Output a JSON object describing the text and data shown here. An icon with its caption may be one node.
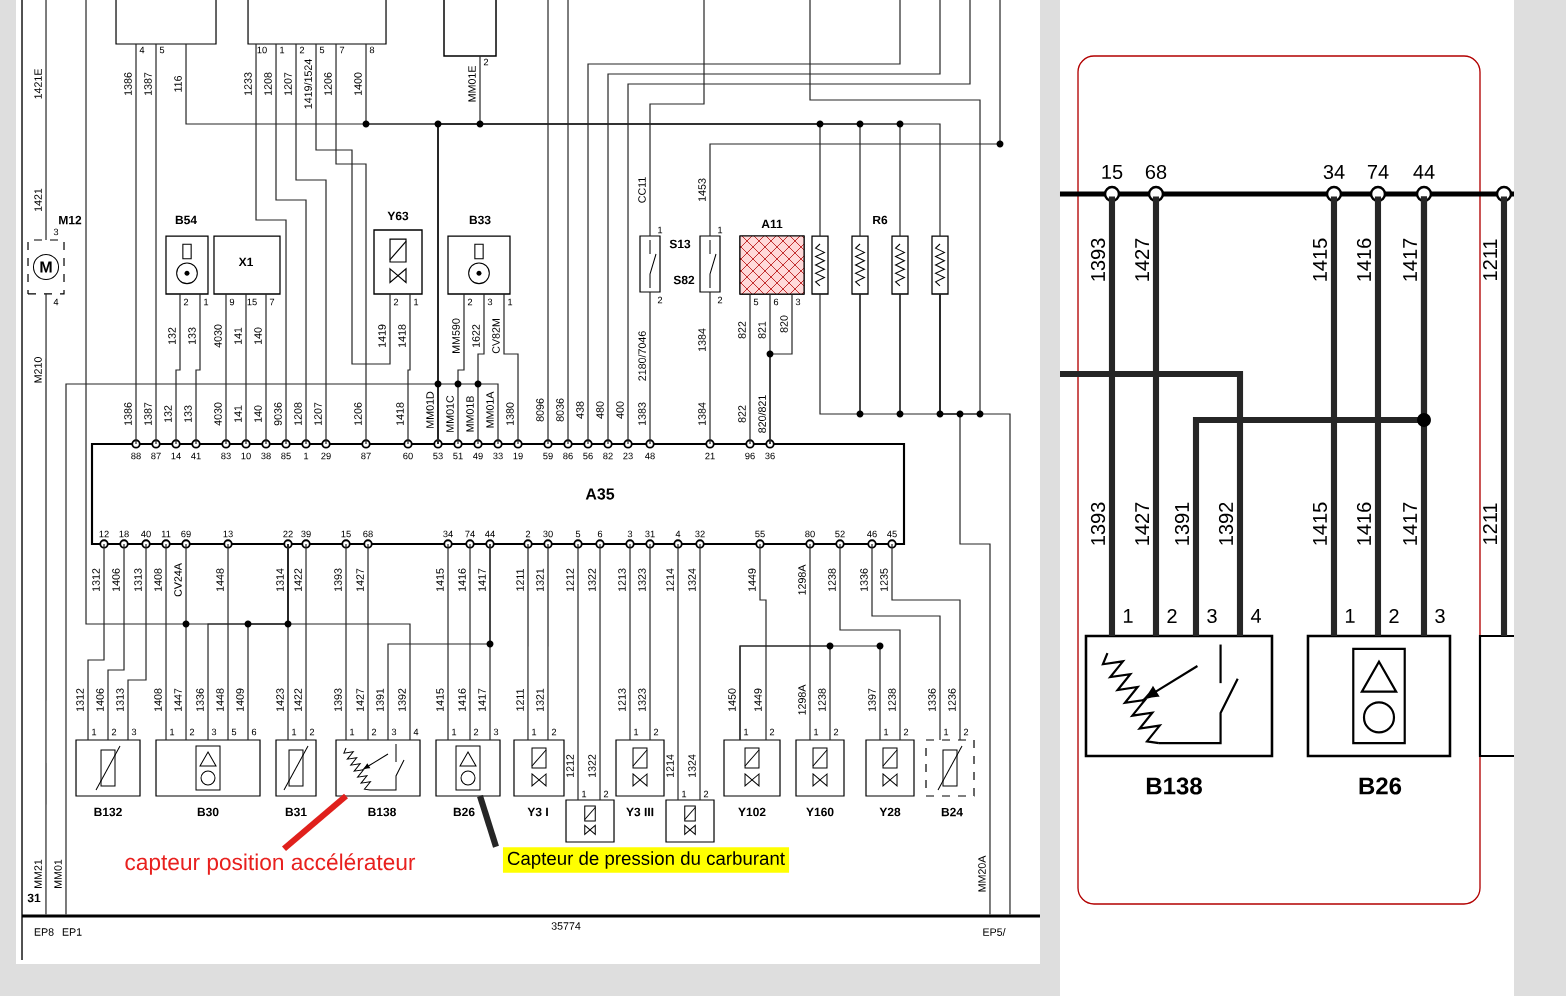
{
  "diagram": {
    "nodes": [
      {
        "text": [
          "A35"
        ]
      },
      {
        "text": [
          "M12"
        ]
      },
      {
        "text": [
          "B54"
        ]
      },
      {
        "text": [
          "X1"
        ]
      },
      {
        "text": [
          "Y63"
        ]
      },
      {
        "text": [
          "B33"
        ]
      },
      {
        "text": [
          "S13"
        ]
      },
      {
        "text": [
          "S82"
        ]
      },
      {
        "text": [
          "A11"
        ]
      },
      {
        "text": [],
        "shape": "box"
      },
      {
        "text": [
          "R6"
        ]
      },
      {
        "text": [],
        "shape": "box"
      },
      {
        "text": [],
        "shape": "box"
      },
      {
        "text": [],
        "shape": "box"
      },
      {
        "text": [],
        "shape": "box"
      },
      {
        "text": [],
        "shape": "box"
      },
      {
        "text": [
          "B132"
        ]
      },
      {
        "text": [
          "B30"
        ]
      },
      {
        "text": [
          "B31"
        ]
      },
      {
        "text": [
          "B138"
        ]
      },
      {
        "text": [
          "B26"
        ]
      },
      {
        "text": [
          "Y3 I"
        ]
      },
      {
        "text": [],
        "shape": "box"
      },
      {
        "text": [
          "Y3 III"
        ]
      },
      {
        "text": [],
        "shape": "box"
      },
      {
        "text": [
          "Y102"
        ]
      },
      {
        "text": [
          "Y160"
        ]
      },
      {
        "text": [
          "Y28"
        ]
      },
      {
        "text": [
          "B24"
        ]
      },
      {
        "text": [
          "capteur position accélérateur"
        ]
      },
      {
        "text": [
          "Capteur de pression du carburant"
        ]
      },
      {
        "text": [
          "B138"
        ]
      },
      {
        "text": [
          "B26"
        ]
      },
      {
        "text": [],
        "shape": "box"
      },
      {
        "text": [],
        "shape": "bar"
      },
      {
        "text": [
          "31"
        ]
      }
    ],
    "edges": [
      {
        "from": 13,
        "to": 0,
        "arrow": "none",
        "label": "1386"
      },
      {
        "from": 13,
        "to": 0,
        "arrow": "none",
        "label": "1387"
      },
      {
        "from": 2,
        "to": 0,
        "arrow": "none",
        "label": "132"
      },
      {
        "from": 2,
        "to": 0,
        "arrow": "none",
        "label": "133"
      },
      {
        "from": 3,
        "to": 0,
        "arrow": "none",
        "label": "4030"
      },
      {
        "from": 3,
        "to": 0,
        "arrow": "none",
        "label": "141"
      },
      {
        "from": 3,
        "to": 0,
        "arrow": "none",
        "label": "140"
      },
      {
        "from": 14,
        "to": 0,
        "arrow": "none",
        "label": "9036"
      },
      {
        "from": 14,
        "to": 0,
        "arrow": "none",
        "label": "1208"
      },
      {
        "from": 14,
        "to": 0,
        "arrow": "none",
        "label": "1207"
      },
      {
        "from": 14,
        "to": 0,
        "arrow": "none",
        "label": "1206"
      },
      {
        "from": 4,
        "to": 0,
        "arrow": "none",
        "label": "1418"
      },
      {
        "from": 5,
        "to": 0,
        "arrow": "none",
        "label": "MM01C"
      },
      {
        "from": 5,
        "to": 0,
        "arrow": "none",
        "label": "MM01B"
      },
      {
        "from": 5,
        "to": 0,
        "arrow": "none",
        "label": "1380"
      },
      {
        "from": 6,
        "to": 0,
        "arrow": "none",
        "label": "1383"
      },
      {
        "from": 7,
        "to": 0,
        "arrow": "none",
        "label": "1384"
      },
      {
        "from": 8,
        "to": 0,
        "arrow": "none",
        "label": "822"
      },
      {
        "from": 8,
        "to": 0,
        "arrow": "none",
        "label": "820/821"
      },
      {
        "from": 16,
        "to": 0,
        "arrow": "none",
        "label": "1312"
      },
      {
        "from": 16,
        "to": 0,
        "arrow": "none",
        "label": "1406"
      },
      {
        "from": 16,
        "to": 0,
        "arrow": "none",
        "label": "1313"
      },
      {
        "from": 17,
        "to": 0,
        "arrow": "none",
        "label": "1408"
      },
      {
        "from": 17,
        "to": 0,
        "arrow": "none",
        "label": "CV24A"
      },
      {
        "from": 17,
        "to": 0,
        "arrow": "none",
        "label": "1448"
      },
      {
        "from": 18,
        "to": 0,
        "arrow": "none",
        "label": "1314"
      },
      {
        "from": 18,
        "to": 0,
        "arrow": "none",
        "label": "1422"
      },
      {
        "from": 19,
        "to": 0,
        "arrow": "none",
        "label": "1393"
      },
      {
        "from": 19,
        "to": 0,
        "arrow": "none",
        "label": "1427"
      },
      {
        "from": 20,
        "to": 0,
        "arrow": "none",
        "label": "1415"
      },
      {
        "from": 20,
        "to": 0,
        "arrow": "none",
        "label": "1416"
      },
      {
        "from": 20,
        "to": 0,
        "arrow": "none",
        "label": "1417"
      },
      {
        "from": 21,
        "to": 0,
        "arrow": "none",
        "label": "1211"
      },
      {
        "from": 21,
        "to": 0,
        "arrow": "none",
        "label": "1321"
      },
      {
        "from": 22,
        "to": 0,
        "arrow": "none",
        "label": "1212"
      },
      {
        "from": 22,
        "to": 0,
        "arrow": "none",
        "label": "1322"
      },
      {
        "from": 23,
        "to": 0,
        "arrow": "none",
        "label": "1213"
      },
      {
        "from": 23,
        "to": 0,
        "arrow": "none",
        "label": "1323"
      },
      {
        "from": 24,
        "to": 0,
        "arrow": "none",
        "label": "1214"
      },
      {
        "from": 24,
        "to": 0,
        "arrow": "none",
        "label": "1324"
      },
      {
        "from": 25,
        "to": 0,
        "arrow": "none",
        "label": "1449"
      },
      {
        "from": 26,
        "to": 0,
        "arrow": "none",
        "label": "1298A"
      },
      {
        "from": 27,
        "to": 0,
        "arrow": "none",
        "label": "1238"
      },
      {
        "from": 28,
        "to": 0,
        "arrow": "none",
        "label": "1336"
      },
      {
        "from": 28,
        "to": 0,
        "arrow": "none",
        "label": "1235"
      },
      {
        "from": 29,
        "to": 19,
        "arrow": "none",
        "style": "thick",
        "color": "#e0201c"
      },
      {
        "from": 30,
        "to": 20,
        "arrow": "none",
        "style": "thick"
      },
      {
        "from": 34,
        "to": 31,
        "arrow": "none",
        "label": "1393",
        "style": "thick"
      },
      {
        "from": 34,
        "to": 31,
        "arrow": "none",
        "label": "1427",
        "style": "thick"
      },
      {
        "from": 34,
        "to": 32,
        "arrow": "none",
        "label": "1415",
        "style": "thick"
      },
      {
        "from": 34,
        "to": 32,
        "arrow": "none",
        "label": "1416",
        "style": "thick"
      },
      {
        "from": 34,
        "to": 32,
        "arrow": "none",
        "label": "1417",
        "style": "thick"
      },
      {
        "from": 34,
        "to": 33,
        "arrow": "none",
        "label": "1211",
        "style": "thick"
      },
      {
        "from": 31,
        "to": 34,
        "arrow": "none",
        "style": "thick"
      },
      {
        "from": 31,
        "to": null,
        "arrow": "none",
        "style": "thick"
      },
      {
        "from": 19,
        "to": 0,
        "arrow": "none"
      },
      {
        "from": 19,
        "to": 0,
        "arrow": "none"
      },
      {
        "from": 17,
        "to": 0,
        "arrow": "none"
      },
      {
        "from": 17,
        "to": 0,
        "arrow": "none"
      },
      {
        "from": null,
        "to": 0,
        "arrow": "none"
      },
      {
        "from": 25,
        "to": 26,
        "arrow": "none"
      },
      {
        "from": 25,
        "to": 27,
        "arrow": "none"
      },
      {
        "from": 13,
        "to": 0,
        "arrow": "none"
      },
      {
        "from": 14,
        "to": 0,
        "arrow": "none"
      },
      {
        "from": 15,
        "to": 0,
        "arrow": "none"
      },
      {
        "from": 9,
        "to": 0,
        "arrow": "none"
      },
      {
        "from": 10,
        "to": 0,
        "arrow": "none"
      },
      {
        "from": 11,
        "to": 0,
        "arrow": "none"
      },
      {
        "from": 12,
        "to": 0,
        "arrow": "none"
      },
      {
        "from": 4,
        "to": 14,
        "arrow": "none"
      },
      {
        "from": 0,
        "to": 35,
        "arrow": "none"
      },
      {
        "from": 0,
        "to": null,
        "arrow": "none"
      },
      {
        "from": 0,
        "to": null,
        "arrow": "none"
      },
      {
        "from": 0,
        "to": null,
        "arrow": "none"
      },
      {
        "from": 0,
        "to": null,
        "arrow": "none"
      },
      {
        "from": 0,
        "to": null,
        "arrow": "none"
      },
      {
        "from": 6,
        "to": null,
        "arrow": "none"
      },
      {
        "from": 7,
        "to": null,
        "arrow": "none"
      },
      {
        "from": 8,
        "to": 0,
        "arrow": "none"
      },
      {
        "from": 9,
        "to": 10,
        "arrow": "none"
      },
      {
        "from": 10,
        "to": 11,
        "arrow": "none"
      },
      {
        "from": 11,
        "to": 12,
        "arrow": "none"
      },
      {
        "from": 12,
        "to": 35,
        "arrow": "none"
      },
      {
        "from": 12,
        "to": null,
        "arrow": "none"
      },
      {
        "from": 12,
        "to": 35,
        "arrow": "none"
      },
      {
        "from": null,
        "to": 1,
        "arrow": "none"
      },
      {
        "from": 1,
        "to": 35,
        "arrow": "none"
      }
    ],
    "labels": [
      "88",
      "87",
      "14",
      "41",
      "83",
      "10",
      "38",
      "85",
      "1",
      "29",
      "87",
      "60",
      "53",
      "51",
      "49",
      "33",
      "19",
      "59",
      "86",
      "56",
      "82",
      "23",
      "48",
      "21",
      "96",
      "36",
      "12",
      "18",
      "40",
      "11",
      "69",
      "13",
      "22",
      "39",
      "15",
      "68",
      "34",
      "74",
      "44",
      "2",
      "30",
      "5",
      "6",
      "3",
      "31",
      "4",
      "32",
      "55",
      "80",
      "52",
      "46",
      "45",
      "MM01D",
      "MM01A",
      "8096",
      "8036",
      "438",
      "480",
      "400",
      "1421E",
      "1386",
      "1387",
      "116",
      "1233",
      "1208",
      "1207",
      "1419/1524",
      "1206",
      "1400",
      "MM01E",
      "132",
      "133",
      "4030",
      "141",
      "140",
      "1419",
      "1418",
      "MM590",
      "1622",
      "CV82M",
      "1421",
      "M210",
      "CC11",
      "2180/7046",
      "1453",
      "1384",
      "822",
      "821",
      "820",
      "3",
      "4",
      "2",
      "1",
      "9",
      "15",
      "7",
      "2",
      "1",
      "2",
      "3",
      "1",
      "1",
      "2",
      "1",
      "2",
      "5",
      "6",
      "3",
      "4",
      "5",
      "10",
      "1",
      "2",
      "5",
      "7",
      "8",
      "2",
      "1",
      "2",
      "3",
      "1",
      "2",
      "3",
      "5",
      "6",
      "1",
      "2",
      "1",
      "2",
      "3",
      "4",
      "1",
      "2",
      "3",
      "1",
      "2",
      "1",
      "2",
      "1",
      "2",
      "1",
      "2",
      "1",
      "2",
      "1",
      "2",
      "1",
      "2",
      "1",
      "2",
      "1312",
      "1406",
      "1313",
      "1408",
      "1447",
      "1336",
      "1448",
      "1409",
      "1423",
      "1422",
      "1393",
      "1427",
      "1391",
      "1392",
      "1415",
      "1416",
      "1417",
      "1211",
      "1321",
      "1213",
      "1323",
      "1450",
      "1449",
      "1298A",
      "1238",
      "1397",
      "1238",
      "1336",
      "1236",
      "1212",
      "1322",
      "1214",
      "1324",
      "M",
      "MM21",
      "MM01",
      "EP8",
      "EP1",
      "35774",
      "MM20A",
      "EP5/",
      "15",
      "68",
      "34",
      "74",
      "44",
      "1393",
      "1427",
      "1391",
      "1392",
      "1415",
      "1416",
      "1417",
      "1211",
      "1",
      "2",
      "3",
      "4",
      "1",
      "2",
      "3"
    ]
  }
}
